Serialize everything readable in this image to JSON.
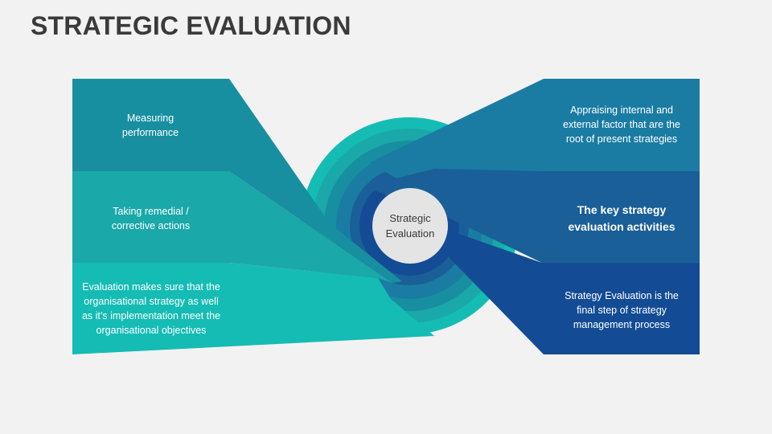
{
  "title": "STRATEGIC EVALUATION",
  "center": {
    "label": "Strategic Evaluation"
  },
  "left_items": [
    {
      "label": "Measuring performance",
      "color": "#178fa0"
    },
    {
      "label": "Taking remedial / corrective actions",
      "color": "#1aa8a8"
    },
    {
      "label": "Evaluation makes sure that the organisational strategy as well as it’s implementation meet the organisational objectives",
      "color": "#14bcb4"
    }
  ],
  "right_items": [
    {
      "label": "Appraising internal and external factor that are the root of present strategies",
      "color": "#1a7ca3"
    },
    {
      "label": "The key strategy evaluation activities",
      "color": "#1a5f98"
    },
    {
      "label": "Strategy Evaluation is the final step of strategy management process",
      "color": "#134c95"
    }
  ],
  "rings": [
    "#14bcb4",
    "#1aa8a8",
    "#178fa0",
    "#1a7ca3",
    "#1a5f98",
    "#134c95"
  ],
  "center_circle_color": "#e4e4e4"
}
